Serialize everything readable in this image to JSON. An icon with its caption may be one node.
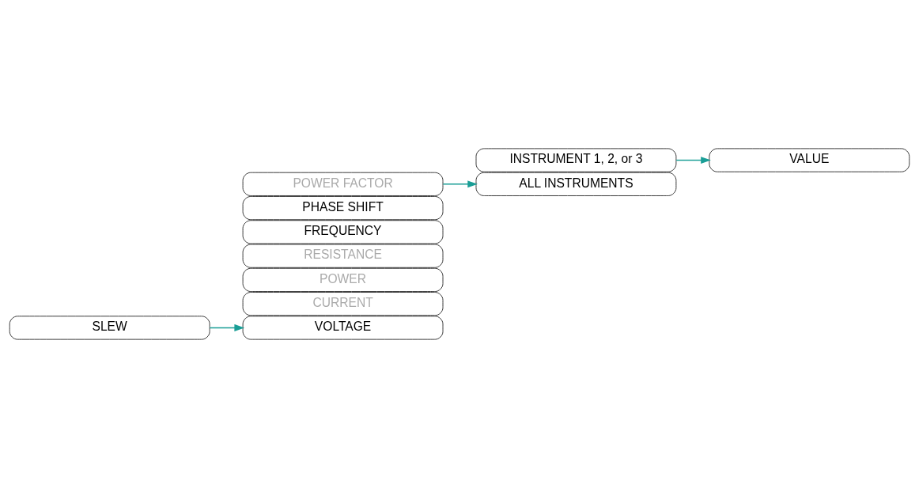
{
  "diagram": {
    "nodes": [
      {
        "text": [
          "SLEW"
        ]
      },
      {
        "text": [
          "VOLTAGE"
        ]
      },
      {
        "text": [
          "CURRENT"
        ]
      },
      {
        "text": [
          "POWER"
        ]
      },
      {
        "text": [
          "RESISTANCE"
        ]
      },
      {
        "text": [
          "FREQUENCY"
        ]
      },
      {
        "text": [
          "PHASE SHIFT"
        ]
      },
      {
        "text": [
          "POWER FACTOR"
        ]
      },
      {
        "text": [
          "ALL INSTRUMENTS"
        ]
      },
      {
        "text": [
          "INSTRUMENT 1, 2, or 3"
        ]
      },
      {
        "text": [
          "VALUE"
        ]
      }
    ],
    "edges": [
      {
        "from": 0,
        "to": 1,
        "arrow": "to"
      },
      {
        "from": 7,
        "to": 8,
        "arrow": "to"
      },
      {
        "from": 9,
        "to": 10,
        "arrow": "to"
      }
    ]
  }
}
